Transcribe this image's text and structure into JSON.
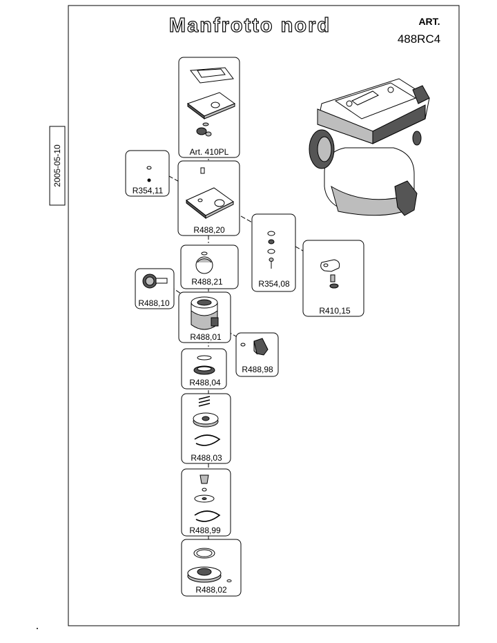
{
  "header": {
    "brand": "Manfrotto nord",
    "art_label": "ART.",
    "art_number": "488RC4"
  },
  "date": "2005-05-10",
  "parts": [
    {
      "code": "Art. 410PL"
    },
    {
      "code": "R354,11"
    },
    {
      "code": "R488,20"
    },
    {
      "code": "R354,08"
    },
    {
      "code": "R488,21"
    },
    {
      "code": "R410,15"
    },
    {
      "code": "R488,10"
    },
    {
      "code": "R488,01"
    },
    {
      "code": "R488,98"
    },
    {
      "code": "R488,04"
    },
    {
      "code": "R488,03"
    },
    {
      "code": "R488,99"
    },
    {
      "code": "R488,02"
    }
  ]
}
